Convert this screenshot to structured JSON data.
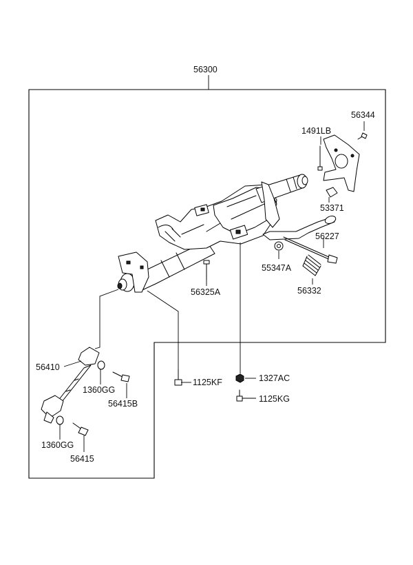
{
  "labels": {
    "assembly": "56300",
    "l_56344": "56344",
    "l_1491LB": "1491LB",
    "l_53371": "53371",
    "l_56227": "56227",
    "l_55347A": "55347A",
    "l_56332": "56332",
    "l_56325A": "56325A",
    "l_56410": "56410",
    "l_1360GG_a": "1360GG",
    "l_56415B": "56415B",
    "l_1125KF": "1125KF",
    "l_1327AC": "1327AC",
    "l_1125KG": "1125KG",
    "l_1360GG_b": "1360GG",
    "l_56415": "56415"
  }
}
